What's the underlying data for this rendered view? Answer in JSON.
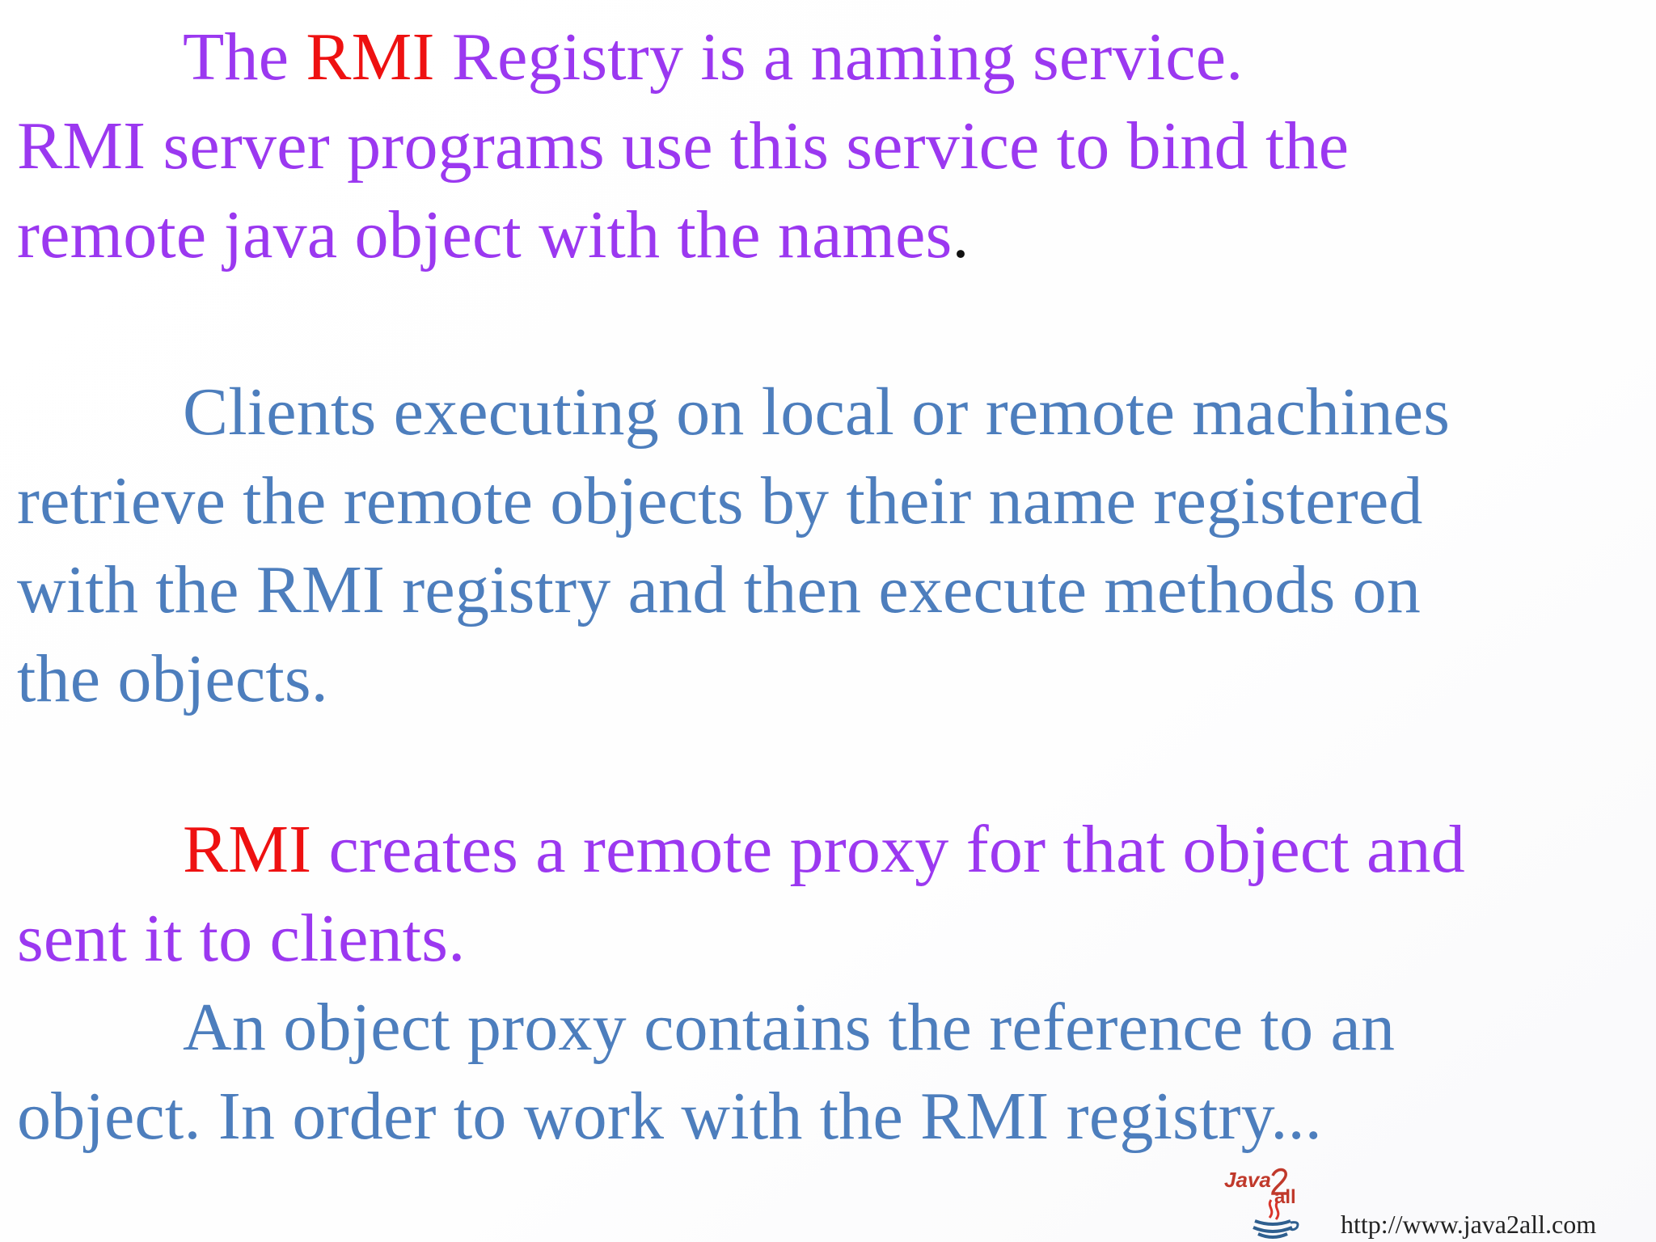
{
  "paragraph1": {
    "line1": {
      "w1": "The",
      "w2": "RMI",
      "w3": "Registry is a naming service."
    },
    "line2": "RMI server programs use this service to bind the",
    "line3": {
      "text": "remote java object with the names",
      "period": "."
    }
  },
  "paragraph2": {
    "line1": "Clients executing on local or remote machines",
    "line2": "retrieve the remote objects by their name registered",
    "line3": "with the RMI registry and then execute methods on",
    "line4": "the objects."
  },
  "paragraph3": {
    "line1": {
      "w1": "RMI",
      "w2": "creates a remote proxy for that object and"
    },
    "line2": "sent it to clients."
  },
  "paragraph4": {
    "line1": "An object proxy contains the reference to an",
    "line2": "object. In order to work with the RMI registry..."
  },
  "footer": {
    "logo_text": "Java2all",
    "url": "http://www.java2all.com"
  },
  "colors": {
    "purple": "#9b38f0",
    "blue": "#4d7ebd",
    "red": "#ee1111"
  }
}
